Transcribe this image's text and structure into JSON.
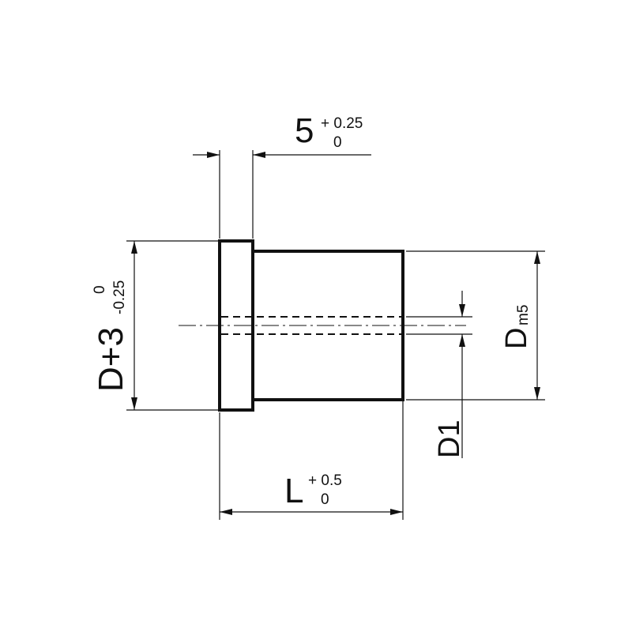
{
  "dimensions": {
    "flange_thickness": {
      "nominal": "5",
      "upper": "+ 0.25",
      "lower": "0"
    },
    "flange_diameter": {
      "nominal": "D+3",
      "upper": "0",
      "lower": "-0.25"
    },
    "body_diameter": {
      "nominal": "D",
      "subscript": "m5"
    },
    "bore_diameter": {
      "nominal": "D1"
    },
    "length": {
      "nominal": "L",
      "upper": "+ 0.5",
      "lower": "0"
    }
  }
}
